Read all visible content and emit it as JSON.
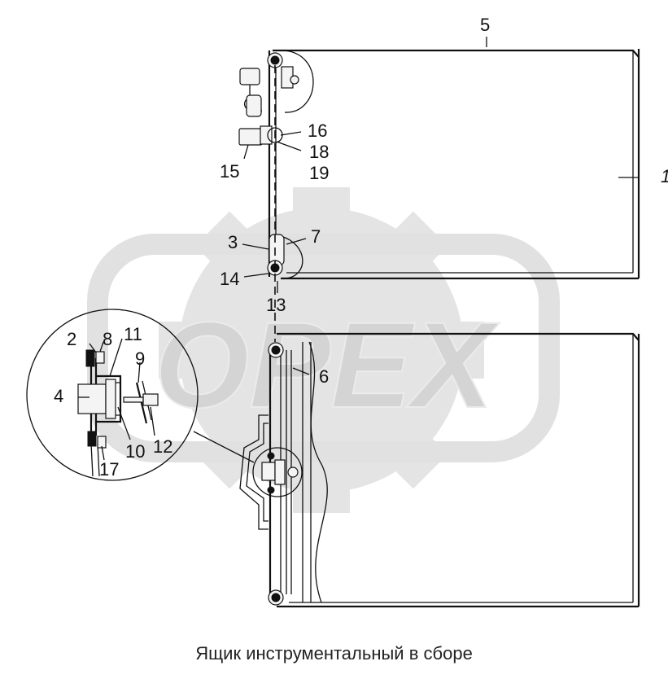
{
  "watermark": {
    "text": "OPEX",
    "color": "#d9d9d9"
  },
  "caption": "Ящик инструментальный в сборе",
  "callouts": {
    "c1": "1",
    "c2": "2",
    "c3": "3",
    "c4": "4",
    "c5": "5",
    "c6": "6",
    "c7": "7",
    "c8": "8",
    "c9": "9",
    "c10": "10",
    "c11": "11",
    "c12": "12",
    "c13": "13",
    "c14": "14",
    "c15": "15",
    "c16": "16",
    "c17": "17",
    "c18": "18",
    "c19": "19"
  }
}
